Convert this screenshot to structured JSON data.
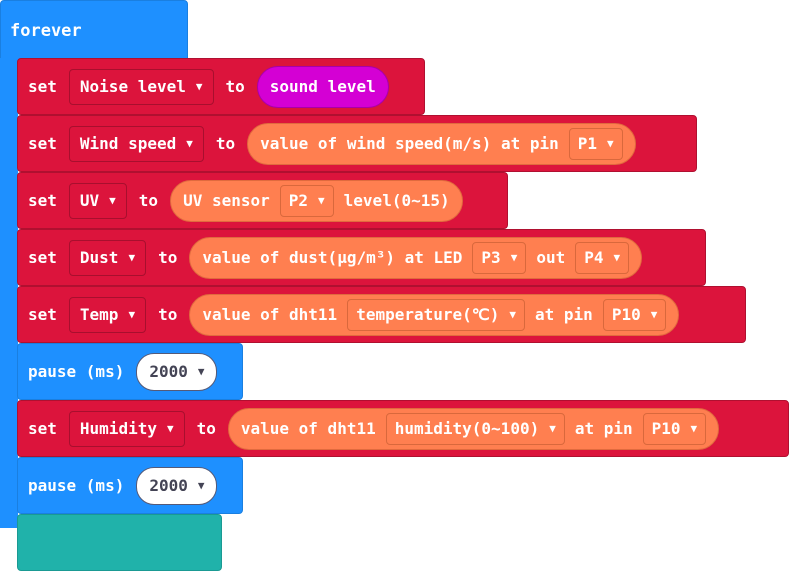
{
  "forever": {
    "label": "forever"
  },
  "rows": [
    {
      "set": "set",
      "var": "Noise level",
      "to": "to",
      "value": "sound level"
    },
    {
      "set": "set",
      "var": "Wind speed",
      "to": "to",
      "pre": "value of wind speed(m/s) at pin",
      "pin": "P1"
    },
    {
      "set": "set",
      "var": "UV",
      "to": "to",
      "pre": "UV sensor",
      "pin": "P2",
      "post": "level(0~15)"
    },
    {
      "set": "set",
      "var": "Dust",
      "to": "to",
      "pre": "value of dust(µg/m³) at LED",
      "pin": "P3",
      "mid": "out",
      "pin2": "P4"
    },
    {
      "set": "set",
      "var": "Temp",
      "to": "to",
      "pre": "value of dht11",
      "opt": "temperature(℃)",
      "mid": "at pin",
      "pin": "P10"
    },
    {
      "set": "set",
      "var": "Humidity",
      "to": "to",
      "pre": "value of dht11",
      "opt": "humidity(0~100)",
      "mid": "at pin",
      "pin": "P10"
    }
  ],
  "pause": {
    "label": "pause (ms)",
    "value": "2000"
  },
  "dropdown_glyph": "▼",
  "colors": {
    "loops": "#1e90ff",
    "variables": "#dc143c",
    "sensor": "#ff7f50",
    "input": "#d400d4"
  }
}
